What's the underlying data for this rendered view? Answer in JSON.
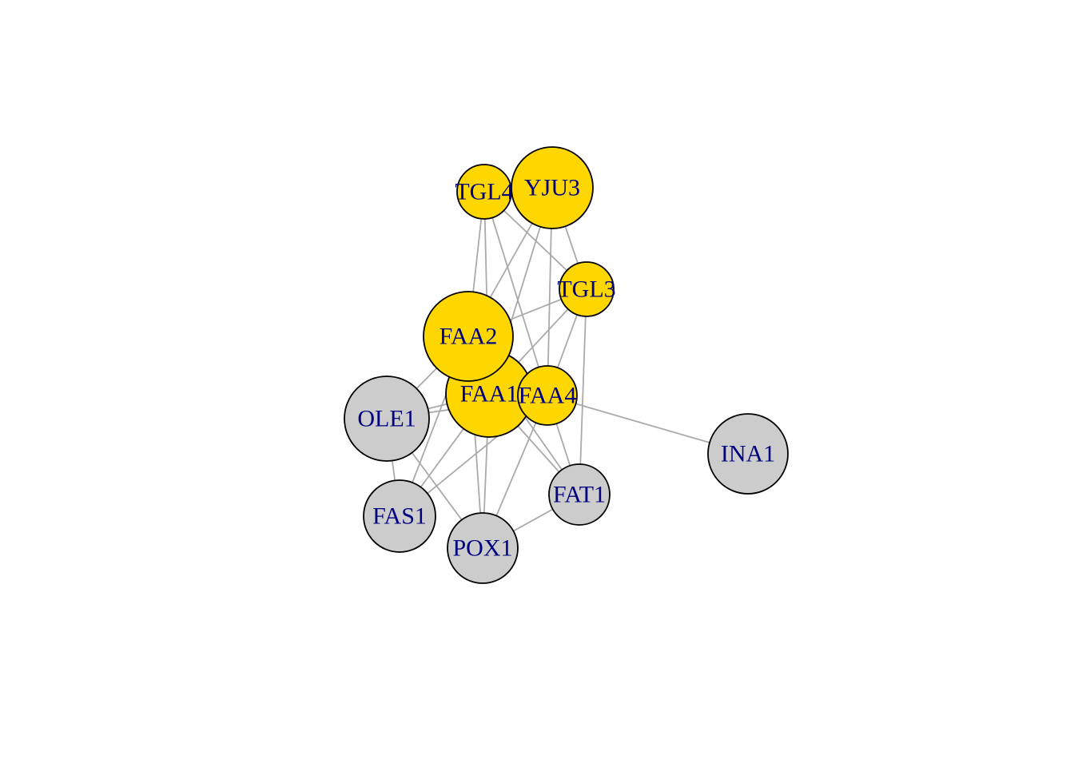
{
  "colors": {
    "highlighted_node": "#ffd700",
    "default_node": "#cccccc",
    "edge": "#aaaaaa",
    "label": "#000080",
    "node_border": "#000000"
  },
  "nodes": [
    {
      "id": "OLE1",
      "label": "OLE1",
      "group": "default"
    },
    {
      "id": "FAS1",
      "label": "FAS1",
      "group": "default"
    },
    {
      "id": "POX1",
      "label": "POX1",
      "group": "default"
    },
    {
      "id": "FAT1",
      "label": "FAT1",
      "group": "default"
    },
    {
      "id": "INA1",
      "label": "INA1",
      "group": "default"
    },
    {
      "id": "FAA2",
      "label": "FAA2",
      "group": "highlighted"
    },
    {
      "id": "FAA1",
      "label": "FAA1",
      "group": "highlighted"
    },
    {
      "id": "FAA4",
      "label": "FAA4",
      "group": "highlighted"
    },
    {
      "id": "TGL3",
      "label": "TGL3",
      "group": "highlighted"
    },
    {
      "id": "TGL4",
      "label": "TGL4",
      "group": "highlighted"
    },
    {
      "id": "YJU3",
      "label": "YJU3",
      "group": "highlighted"
    }
  ],
  "edges": [
    [
      "TGL4",
      "FAA2"
    ],
    [
      "TGL4",
      "FAA1"
    ],
    [
      "TGL4",
      "FAA4"
    ],
    [
      "TGL4",
      "TGL3"
    ],
    [
      "YJU3",
      "FAA2"
    ],
    [
      "YJU3",
      "FAA1"
    ],
    [
      "YJU3",
      "FAA4"
    ],
    [
      "YJU3",
      "TGL3"
    ],
    [
      "TGL3",
      "FAA2"
    ],
    [
      "TGL3",
      "FAA1"
    ],
    [
      "TGL3",
      "FAA4"
    ],
    [
      "TGL3",
      "FAT1"
    ],
    [
      "FAA2",
      "FAA1"
    ],
    [
      "FAA2",
      "OLE1"
    ],
    [
      "FAA2",
      "FAS1"
    ],
    [
      "FAA1",
      "FAA4"
    ],
    [
      "FAA1",
      "OLE1"
    ],
    [
      "FAA1",
      "FAS1"
    ],
    [
      "FAA1",
      "POX1"
    ],
    [
      "FAA1",
      "FAT1"
    ],
    [
      "FAA4",
      "OLE1"
    ],
    [
      "FAA4",
      "FAS1"
    ],
    [
      "FAA4",
      "POX1"
    ],
    [
      "FAA4",
      "FAT1"
    ],
    [
      "FAA4",
      "INA1"
    ],
    [
      "OLE1",
      "FAS1"
    ],
    [
      "OLE1",
      "POX1"
    ],
    [
      "POX1",
      "FAT1"
    ],
    [
      "FAA2",
      "POX1"
    ],
    [
      "FAA2",
      "FAT1"
    ]
  ]
}
